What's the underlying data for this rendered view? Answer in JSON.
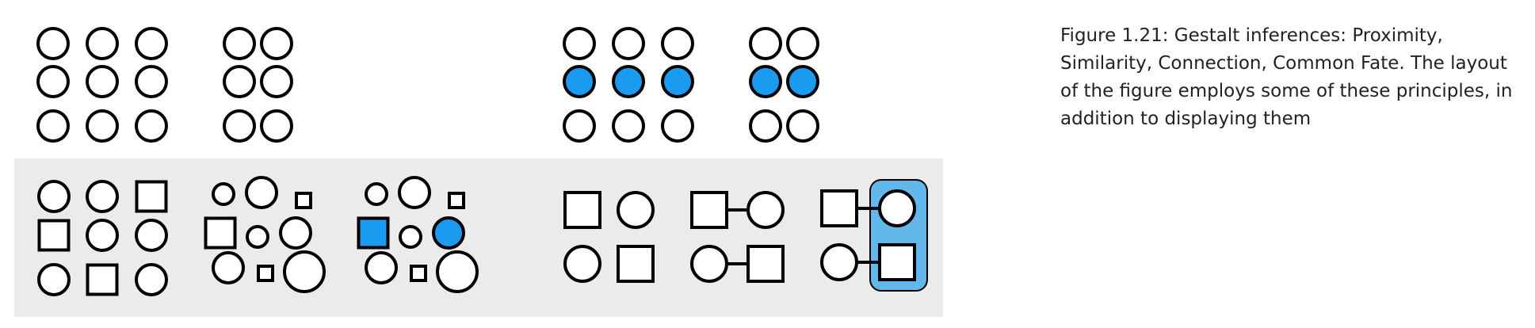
{
  "caption": "Figure 1.21: Gestalt inferences: Proximity, Similarity, Connection, Common Fate. The layout of the figure employs some of these principles, in addition to displaying them",
  "colors": {
    "stroke": "#000000",
    "shape_fill": "#ffffff",
    "highlight_fill": "#1a9bf0",
    "group_highlight": "#62b8ea",
    "panel_background": "#ebebeb"
  },
  "panels": [
    {
      "id": "proximity-uniform",
      "row": "top",
      "background": false,
      "shapes": [
        {
          "t": "c",
          "c": 0,
          "r": 0
        },
        {
          "t": "c",
          "c": 1,
          "r": 0
        },
        {
          "t": "c",
          "c": 2,
          "r": 0
        },
        {
          "t": "c",
          "c": 0,
          "r": 1
        },
        {
          "t": "c",
          "c": 1,
          "r": 1
        },
        {
          "t": "c",
          "c": 2,
          "r": 1
        },
        {
          "t": "c",
          "c": 0,
          "r": 2
        },
        {
          "t": "c",
          "c": 1,
          "r": 2
        },
        {
          "t": "c",
          "c": 2,
          "r": 2
        }
      ]
    },
    {
      "id": "proximity-pairs",
      "row": "top",
      "background": false,
      "shapes": [
        {
          "t": "c",
          "c": 0,
          "r": 0
        },
        {
          "t": "c",
          "c": 1,
          "r": 0
        },
        {
          "t": "c",
          "c": 0,
          "r": 1
        },
        {
          "t": "c",
          "c": 1,
          "r": 1
        },
        {
          "t": "c",
          "c": 0,
          "r": 2
        },
        {
          "t": "c",
          "c": 1,
          "r": 2
        }
      ]
    },
    {
      "id": "similarity-color-rows",
      "row": "top",
      "background": false,
      "shapes": [
        {
          "t": "c",
          "c": 0,
          "r": 0
        },
        {
          "t": "c",
          "c": 1,
          "r": 0
        },
        {
          "t": "c",
          "c": 2,
          "r": 0
        },
        {
          "t": "c",
          "c": 0,
          "r": 1,
          "hl": true
        },
        {
          "t": "c",
          "c": 1,
          "r": 1,
          "hl": true
        },
        {
          "t": "c",
          "c": 2,
          "r": 1,
          "hl": true
        },
        {
          "t": "c",
          "c": 0,
          "r": 2
        },
        {
          "t": "c",
          "c": 1,
          "r": 2
        },
        {
          "t": "c",
          "c": 2,
          "r": 2
        }
      ]
    },
    {
      "id": "similarity-color-pairs",
      "row": "top",
      "background": false,
      "shapes": [
        {
          "t": "c",
          "c": 0,
          "r": 0
        },
        {
          "t": "c",
          "c": 1,
          "r": 0
        },
        {
          "t": "c",
          "c": 0,
          "r": 1,
          "hl": true
        },
        {
          "t": "c",
          "c": 1,
          "r": 1,
          "hl": true
        },
        {
          "t": "c",
          "c": 0,
          "r": 2
        },
        {
          "t": "c",
          "c": 1,
          "r": 2
        }
      ]
    },
    {
      "id": "similarity-shape",
      "row": "bottom",
      "background": true,
      "shapes": [
        {
          "t": "c",
          "c": 0,
          "r": 0
        },
        {
          "t": "c",
          "c": 1,
          "r": 0
        },
        {
          "t": "s",
          "c": 2,
          "r": 0
        },
        {
          "t": "s",
          "c": 0,
          "r": 1
        },
        {
          "t": "c",
          "c": 1,
          "r": 1
        },
        {
          "t": "c",
          "c": 2,
          "r": 1
        },
        {
          "t": "c",
          "c": 0,
          "r": 2
        },
        {
          "t": "s",
          "c": 1,
          "r": 2
        },
        {
          "t": "c",
          "c": 2,
          "r": 2
        }
      ]
    },
    {
      "id": "similarity-size",
      "row": "bottom",
      "background": true,
      "shapes": [
        {
          "t": "c",
          "sz": "m"
        },
        {
          "t": "c",
          "sz": "l"
        },
        {
          "t": "s",
          "sz": "s"
        },
        {
          "t": "s",
          "sz": "l"
        },
        {
          "t": "c",
          "sz": "m"
        },
        {
          "t": "c",
          "sz": "l"
        },
        {
          "t": "c",
          "sz": "l"
        },
        {
          "t": "s",
          "sz": "s"
        },
        {
          "t": "c",
          "sz": "xl"
        }
      ]
    },
    {
      "id": "similarity-size-color",
      "row": "bottom",
      "background": true,
      "shapes": [
        {
          "t": "c",
          "sz": "m"
        },
        {
          "t": "c",
          "sz": "l"
        },
        {
          "t": "s",
          "sz": "s"
        },
        {
          "t": "s",
          "sz": "l",
          "hl": true
        },
        {
          "t": "c",
          "sz": "m"
        },
        {
          "t": "c",
          "sz": "l",
          "hl": true
        },
        {
          "t": "c",
          "sz": "l"
        },
        {
          "t": "s",
          "sz": "s"
        },
        {
          "t": "c",
          "sz": "xl"
        }
      ]
    },
    {
      "id": "connection-none",
      "row": "bottom",
      "background": true,
      "shapes": [
        {
          "t": "s",
          "c": 0,
          "r": 0
        },
        {
          "t": "c",
          "c": 1,
          "r": 0
        },
        {
          "t": "c",
          "c": 0,
          "r": 1
        },
        {
          "t": "s",
          "c": 1,
          "r": 1
        }
      ],
      "links": []
    },
    {
      "id": "connection-links",
      "row": "bottom",
      "background": true,
      "shapes": [
        {
          "t": "s",
          "c": 0,
          "r": 0
        },
        {
          "t": "c",
          "c": 1,
          "r": 0
        },
        {
          "t": "c",
          "c": 0,
          "r": 1
        },
        {
          "t": "s",
          "c": 1,
          "r": 1
        }
      ],
      "links": [
        [
          0,
          1
        ],
        [
          2,
          3
        ]
      ]
    },
    {
      "id": "common-fate",
      "row": "bottom",
      "background": true,
      "shapes": [
        {
          "t": "s",
          "c": 0,
          "r": 0
        },
        {
          "t": "c",
          "c": 1,
          "r": 0
        },
        {
          "t": "c",
          "c": 0,
          "r": 1
        },
        {
          "t": "s",
          "c": 1,
          "r": 1
        }
      ],
      "links": [
        [
          0,
          1
        ],
        [
          2,
          3
        ]
      ],
      "group": [
        1,
        3
      ]
    }
  ]
}
